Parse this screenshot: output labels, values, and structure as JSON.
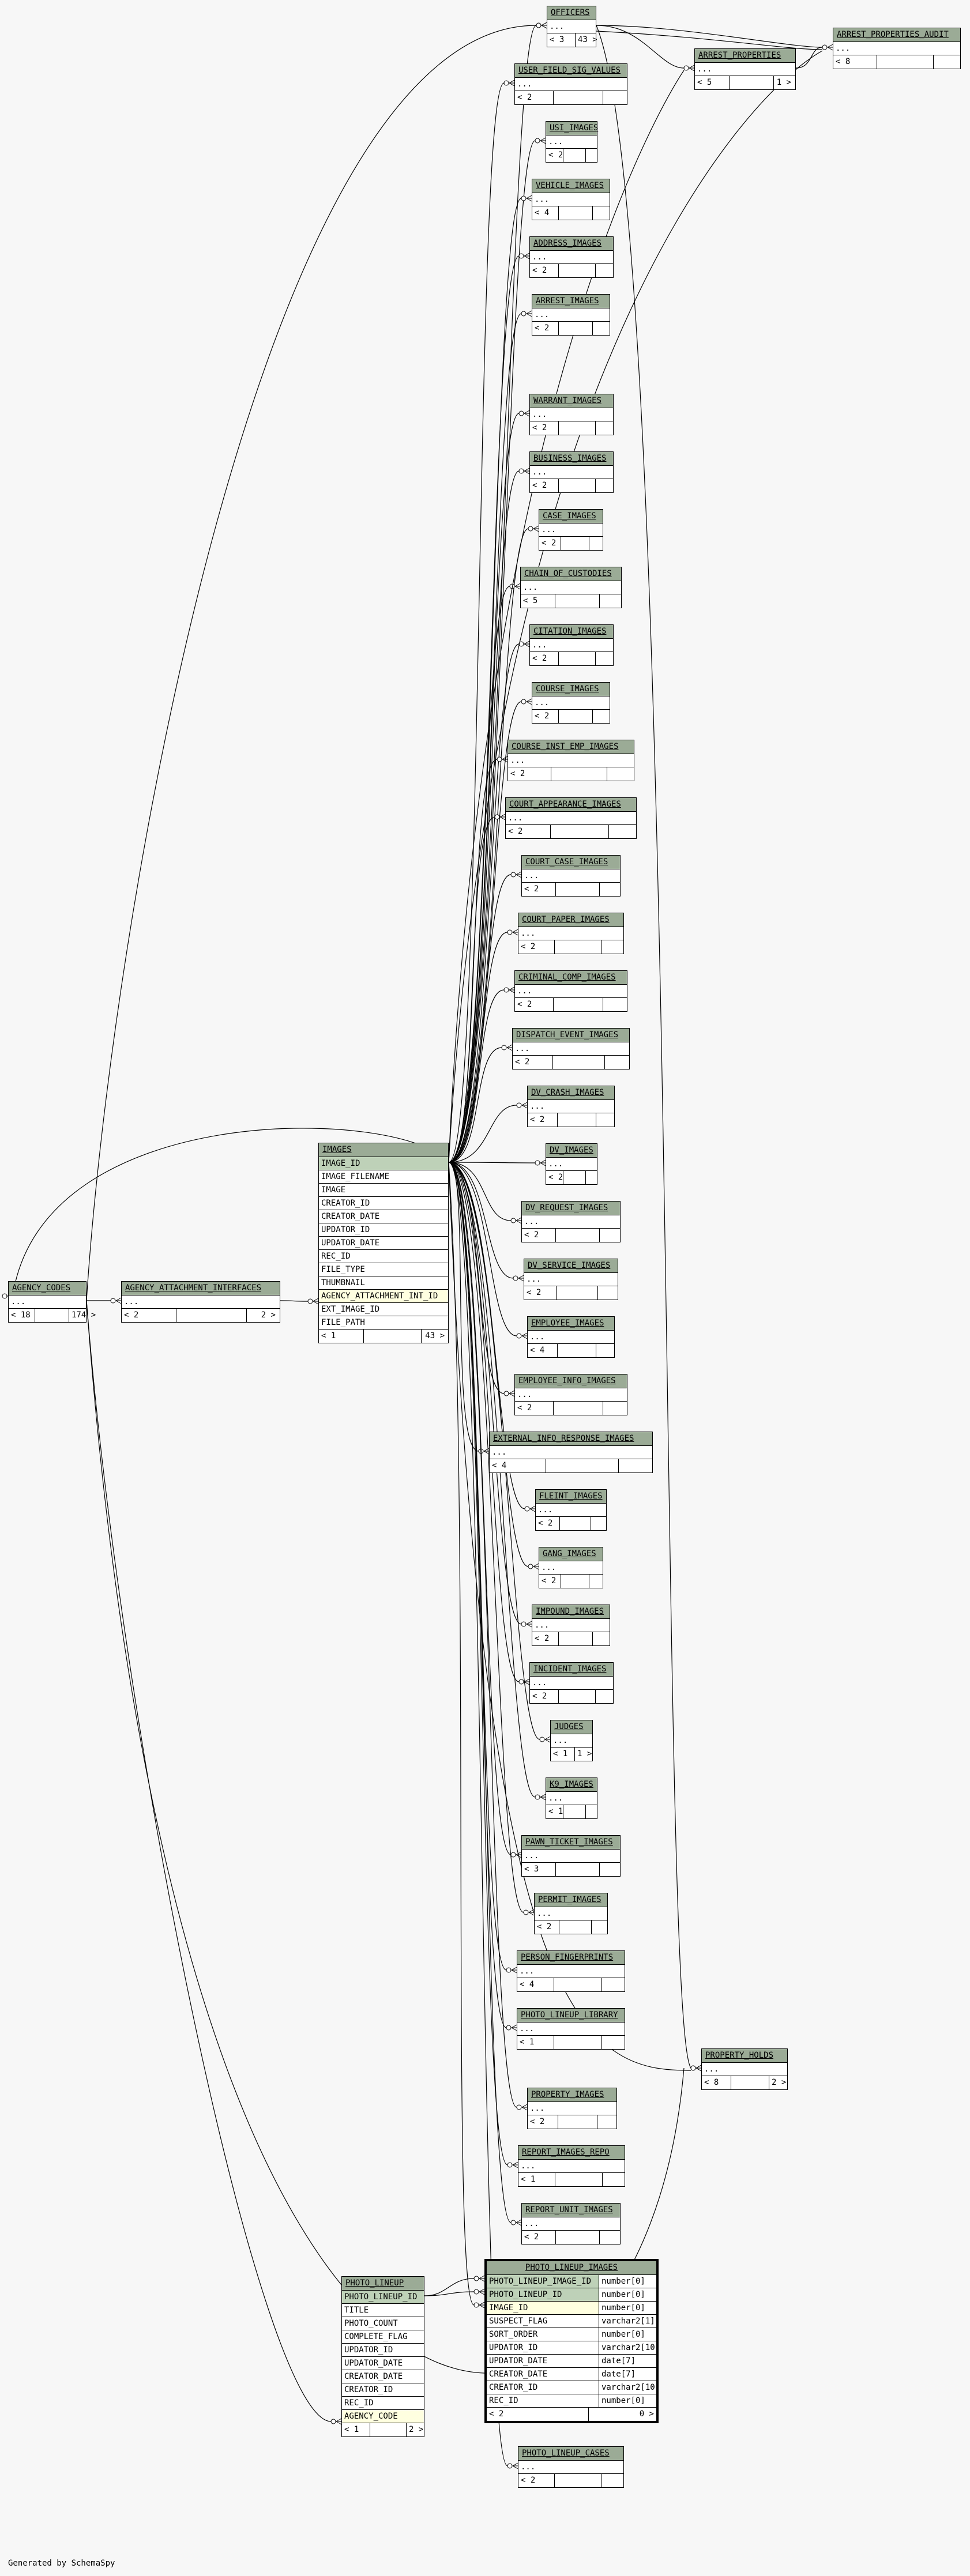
{
  "caption": "Generated by SchemaSpy",
  "tables": {
    "officers": {
      "name": "OFFICERS",
      "cols": [
        "..."
      ],
      "footer": [
        "< 3",
        "43 >"
      ]
    },
    "user_field_sig_values": {
      "name": "USER_FIELD_SIG_VALUES",
      "cols": [
        "..."
      ],
      "footer": [
        "< 2",
        "",
        ""
      ]
    },
    "arrest_properties": {
      "name": "ARREST_PROPERTIES",
      "cols": [
        "..."
      ],
      "footer": [
        "< 5",
        "",
        "1 >"
      ]
    },
    "arrest_properties_audit": {
      "name": "ARREST_PROPERTIES_AUDIT",
      "cols": [
        "..."
      ],
      "footer": [
        "< 8",
        "",
        ""
      ]
    },
    "usi_images": {
      "name": "USI_IMAGES",
      "cols": [
        "..."
      ],
      "footer": [
        "< 2",
        "",
        ""
      ]
    },
    "vehicle_images": {
      "name": "VEHICLE_IMAGES",
      "cols": [
        "..."
      ],
      "footer": [
        "< 4",
        "",
        ""
      ]
    },
    "address_images": {
      "name": "ADDRESS_IMAGES",
      "cols": [
        "..."
      ],
      "footer": [
        "< 2",
        "",
        ""
      ]
    },
    "arrest_images": {
      "name": "ARREST_IMAGES",
      "cols": [
        "..."
      ],
      "footer": [
        "< 2",
        "",
        ""
      ]
    },
    "warrant_images": {
      "name": "WARRANT_IMAGES",
      "cols": [
        "..."
      ],
      "footer": [
        "< 2",
        "",
        ""
      ]
    },
    "business_images": {
      "name": "BUSINESS_IMAGES",
      "cols": [
        "..."
      ],
      "footer": [
        "< 2",
        "",
        ""
      ]
    },
    "case_images": {
      "name": "CASE_IMAGES",
      "cols": [
        "..."
      ],
      "footer": [
        "< 2",
        "",
        ""
      ]
    },
    "chain_of_custodies": {
      "name": "CHAIN_OF_CUSTODIES",
      "cols": [
        "..."
      ],
      "footer": [
        "< 5",
        "",
        ""
      ]
    },
    "citation_images": {
      "name": "CITATION_IMAGES",
      "cols": [
        "..."
      ],
      "footer": [
        "< 2",
        "",
        ""
      ]
    },
    "course_images": {
      "name": "COURSE_IMAGES",
      "cols": [
        "..."
      ],
      "footer": [
        "< 2",
        "",
        ""
      ]
    },
    "course_inst_emp_images": {
      "name": "COURSE_INST_EMP_IMAGES",
      "cols": [
        "..."
      ],
      "footer": [
        "< 2",
        "",
        ""
      ]
    },
    "court_appearance_images": {
      "name": "COURT_APPEARANCE_IMAGES",
      "cols": [
        "..."
      ],
      "footer": [
        "< 2",
        "",
        ""
      ]
    },
    "court_case_images": {
      "name": "COURT_CASE_IMAGES",
      "cols": [
        "..."
      ],
      "footer": [
        "< 2",
        "",
        ""
      ]
    },
    "court_paper_images": {
      "name": "COURT_PAPER_IMAGES",
      "cols": [
        "..."
      ],
      "footer": [
        "< 2",
        "",
        ""
      ]
    },
    "criminal_comp_images": {
      "name": "CRIMINAL_COMP_IMAGES",
      "cols": [
        "..."
      ],
      "footer": [
        "< 2",
        "",
        ""
      ]
    },
    "dispatch_event_images": {
      "name": "DISPATCH_EVENT_IMAGES",
      "cols": [
        "..."
      ],
      "footer": [
        "< 2",
        "",
        ""
      ]
    },
    "dv_crash_images": {
      "name": "DV_CRASH_IMAGES",
      "cols": [
        "..."
      ],
      "footer": [
        "< 2",
        "",
        ""
      ]
    },
    "dv_images": {
      "name": "DV_IMAGES",
      "cols": [
        "..."
      ],
      "footer": [
        "< 2",
        "",
        ""
      ]
    },
    "dv_request_images": {
      "name": "DV_REQUEST_IMAGES",
      "cols": [
        "..."
      ],
      "footer": [
        "< 2",
        "",
        ""
      ]
    },
    "dv_service_images": {
      "name": "DV_SERVICE_IMAGES",
      "cols": [
        "..."
      ],
      "footer": [
        "< 2",
        "",
        ""
      ]
    },
    "employee_images": {
      "name": "EMPLOYEE_IMAGES",
      "cols": [
        "..."
      ],
      "footer": [
        "< 4",
        "",
        ""
      ]
    },
    "employee_info_images": {
      "name": "EMPLOYEE_INFO_IMAGES",
      "cols": [
        "..."
      ],
      "footer": [
        "< 2",
        "",
        ""
      ]
    },
    "external_info_response_images": {
      "name": "EXTERNAL_INFO_RESPONSE_IMAGES",
      "cols": [
        "..."
      ],
      "footer": [
        "< 4",
        "",
        ""
      ]
    },
    "fleint_images": {
      "name": "FLEINT_IMAGES",
      "cols": [
        "..."
      ],
      "footer": [
        "< 2",
        "",
        ""
      ]
    },
    "gang_images": {
      "name": "GANG_IMAGES",
      "cols": [
        "..."
      ],
      "footer": [
        "< 2",
        "",
        ""
      ]
    },
    "impound_images": {
      "name": "IMPOUND_IMAGES",
      "cols": [
        "..."
      ],
      "footer": [
        "< 2",
        "",
        ""
      ]
    },
    "incident_images": {
      "name": "INCIDENT_IMAGES",
      "cols": [
        "..."
      ],
      "footer": [
        "< 2",
        "",
        ""
      ]
    },
    "judges": {
      "name": "JUDGES",
      "cols": [
        "..."
      ],
      "footer": [
        "< 1",
        "1 >"
      ]
    },
    "k9_images": {
      "name": "K9_IMAGES",
      "cols": [
        "..."
      ],
      "footer": [
        "< 1",
        "",
        ""
      ]
    },
    "pawn_ticket_images": {
      "name": "PAWN_TICKET_IMAGES",
      "cols": [
        "..."
      ],
      "footer": [
        "< 3",
        "",
        ""
      ]
    },
    "permit_images": {
      "name": "PERMIT_IMAGES",
      "cols": [
        "..."
      ],
      "footer": [
        "< 2",
        "",
        ""
      ]
    },
    "person_fingerprints": {
      "name": "PERSON_FINGERPRINTS",
      "cols": [
        "..."
      ],
      "footer": [
        "< 4",
        "",
        ""
      ]
    },
    "photo_lineup_library": {
      "name": "PHOTO_LINEUP_LIBRARY",
      "cols": [
        "..."
      ],
      "footer": [
        "< 1",
        "",
        ""
      ]
    },
    "property_holds": {
      "name": "PROPERTY_HOLDS",
      "cols": [
        "..."
      ],
      "footer": [
        "< 8",
        "",
        "2 >"
      ]
    },
    "property_images": {
      "name": "PROPERTY_IMAGES",
      "cols": [
        "..."
      ],
      "footer": [
        "< 2",
        "",
        ""
      ]
    },
    "report_images_repo": {
      "name": "REPORT_IMAGES_REPO",
      "cols": [
        "..."
      ],
      "footer": [
        "< 1",
        "",
        ""
      ]
    },
    "report_unit_images": {
      "name": "REPORT_UNIT_IMAGES",
      "cols": [
        "..."
      ],
      "footer": [
        "< 2",
        "",
        ""
      ]
    },
    "photo_lineup_cases": {
      "name": "PHOTO_LINEUP_CASES",
      "cols": [
        "..."
      ],
      "footer": [
        "< 2",
        "",
        ""
      ]
    },
    "agency_codes": {
      "name": "AGENCY_CODES",
      "cols": [
        "..."
      ],
      "footer": [
        "< 18",
        "",
        "174 >"
      ]
    },
    "agency_attachment_interfaces": {
      "name": "AGENCY_ATTACHMENT_INTERFACES",
      "cols": [
        "..."
      ],
      "footer": [
        "< 2",
        "",
        "2 >"
      ]
    },
    "images": {
      "name": "IMAGES",
      "cols": [
        "IMAGE_ID",
        "IMAGE_FILENAME",
        "IMAGE",
        "CREATOR_ID",
        "CREATOR_DATE",
        "UPDATOR_ID",
        "UPDATOR_DATE",
        "REC_ID",
        "FILE_TYPE",
        "THUMBNAIL",
        "AGENCY_ATTACHMENT_INT_ID",
        "EXT_IMAGE_ID",
        "FILE_PATH"
      ],
      "footer": [
        "< 1",
        "",
        "43 >"
      ]
    },
    "photo_lineup": {
      "name": "PHOTO_LINEUP",
      "cols": [
        "PHOTO_LINEUP_ID",
        "TITLE",
        "PHOTO_COUNT",
        "COMPLETE_FLAG",
        "UPDATOR_ID",
        "UPDATOR_DATE",
        "CREATOR_DATE",
        "CREATOR_ID",
        "REC_ID",
        "AGENCY_CODE"
      ],
      "footer": [
        "< 1",
        "",
        "2 >"
      ]
    },
    "photo_lineup_images": {
      "name": "PHOTO_LINEUP_IMAGES",
      "rows": [
        [
          "PHOTO_LINEUP_IMAGE_ID",
          "number[0]"
        ],
        [
          "PHOTO_LINEUP_ID",
          "number[0]"
        ],
        [
          "IMAGE_ID",
          "number[0]"
        ],
        [
          "SUSPECT_FLAG",
          "varchar2[1]"
        ],
        [
          "SORT_ORDER",
          "number[0]"
        ],
        [
          "UPDATOR_ID",
          "varchar2[10]"
        ],
        [
          "UPDATOR_DATE",
          "date[7]"
        ],
        [
          "CREATOR_DATE",
          "date[7]"
        ],
        [
          "CREATOR_ID",
          "varchar2[10]"
        ],
        [
          "REC_ID",
          "number[0]"
        ]
      ],
      "footer": [
        "< 2",
        "0 >"
      ]
    }
  }
}
